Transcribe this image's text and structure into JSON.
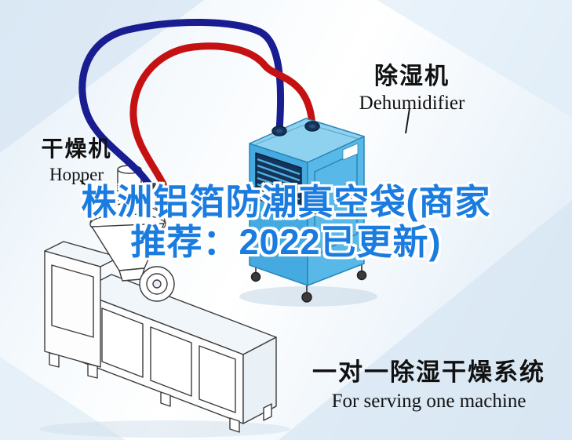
{
  "overlay": {
    "line1": "株洲铝箔防潮真空袋(商家",
    "line2": "推荐：2022已更新)",
    "text_color": "#1b7ce0",
    "outline_color": "#ffffff"
  },
  "labels": {
    "dehumidifier": {
      "cn": "除湿机",
      "en": "Dehumidifier"
    },
    "hopper": {
      "cn": "干燥机",
      "en": "Hopper"
    },
    "system": {
      "cn": "一对一除湿干燥系统",
      "en": "For serving one machine"
    }
  },
  "illustration": {
    "dehumidifier_left_face": "#45aadf",
    "dehumidifier_right_face": "#58b8e7",
    "dehumidifier_top_face": "#8fd2f0",
    "vent_color": "#14345a",
    "hose_red": "#c51111",
    "hose_blue": "#191d92",
    "line_art_outline": "#3c3c3c",
    "background_tint": "#dce9f5"
  }
}
